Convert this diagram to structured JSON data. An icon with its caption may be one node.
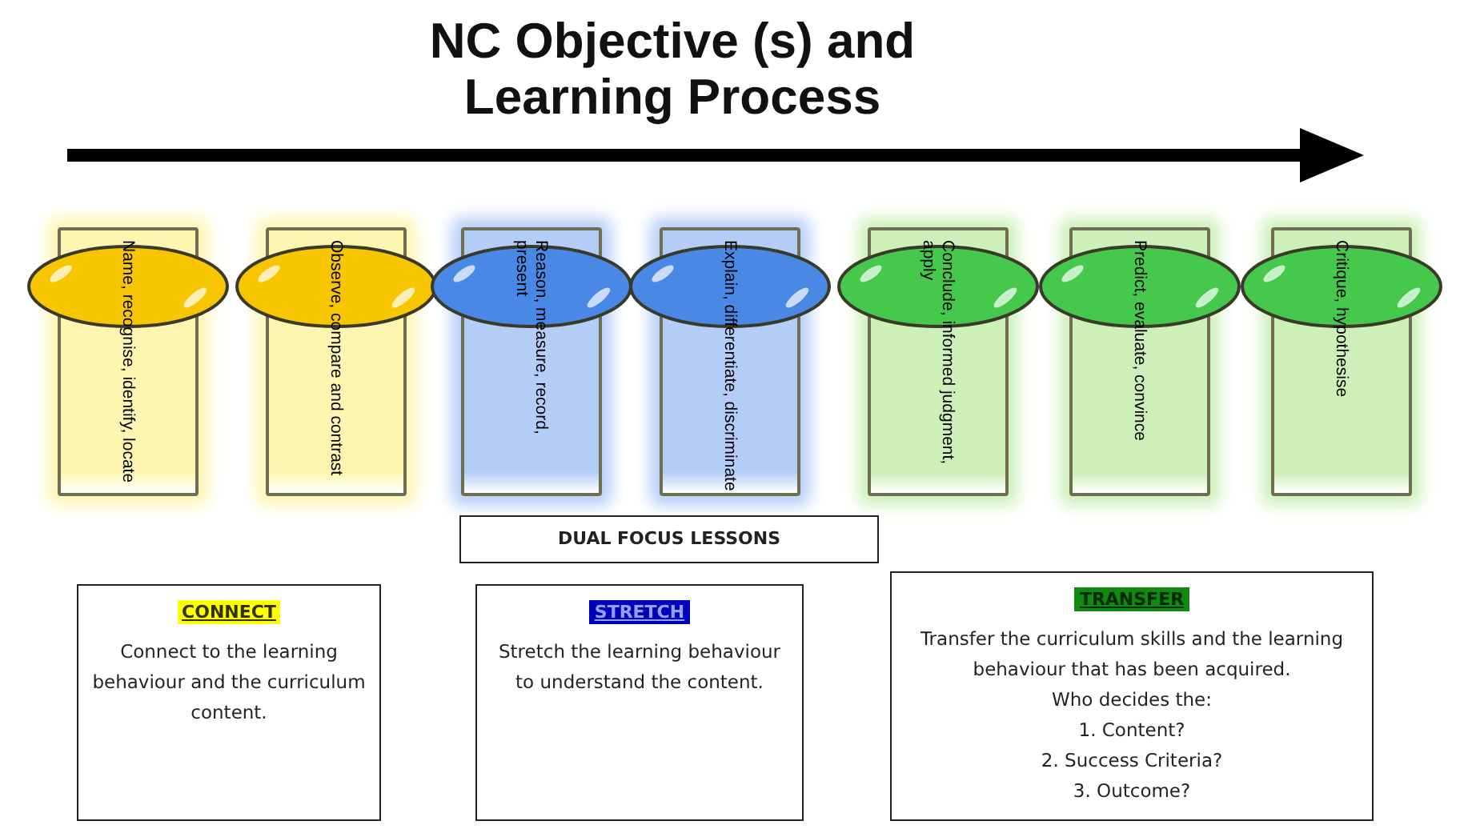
{
  "diagram": {
    "title": "NC Objective (s) and Learning Process",
    "nodes": [
      {
        "text": [
          "Name, recognise, identify, locate"
        ]
      },
      {
        "text": [
          "Observe, compare and contrast"
        ]
      },
      {
        "text": [
          "Reason, measure, record, present"
        ]
      },
      {
        "text": [
          "Explain, differentiate, discriminate"
        ]
      },
      {
        "text": [
          "Conclude, informed judgment, apply"
        ]
      },
      {
        "text": [
          "Predict, evaluate, convince"
        ]
      },
      {
        "text": [
          "Critique, hypothesise"
        ]
      },
      {
        "text": [
          "DUAL FOCUS LESSONS"
        ]
      },
      {
        "text": [
          "CONNECT",
          "Connect to the learning behaviour and the curriculum content."
        ]
      },
      {
        "text": [
          "STRETCH",
          "Stretch the learning behaviour to understand the content."
        ]
      },
      {
        "text": [
          "TRANSFER",
          "Transfer the curriculum skills and the learning behaviour that has been acquired.",
          "Who decides the:",
          "1. Content?",
          "2. Success Criteria?",
          "3. Outcome?"
        ]
      }
    ],
    "edges": []
  }
}
